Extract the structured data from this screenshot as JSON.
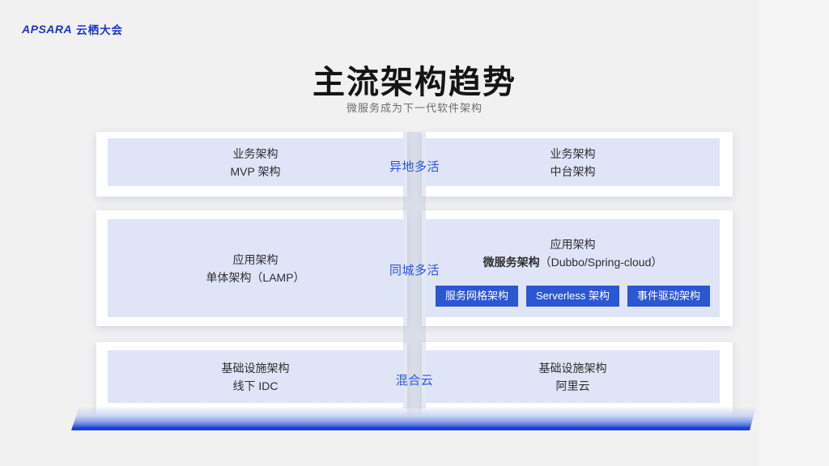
{
  "logo": {
    "brand": "APSARA",
    "event": "云栖大会"
  },
  "header": {
    "title": "主流架构趋势",
    "subtitle": "微服务成为下一代软件架构"
  },
  "rows": [
    {
      "connector": "异地多活",
      "left": {
        "line1": "业务架构",
        "line2": "MVP 架构"
      },
      "right": {
        "line1": "业务架构",
        "line2": "中台架构"
      }
    },
    {
      "connector": "同城多活",
      "left": {
        "line1": "应用架构",
        "line2": "单体架构（LAMP）"
      },
      "right": {
        "line1": "应用架构",
        "line2_bold": "微服务架构",
        "line2_rest": "（Dubbo/Spring-cloud）",
        "buttons": [
          "服务网格架构",
          "Serverless 架构",
          "事件驱动架构"
        ]
      }
    },
    {
      "connector": "混合云",
      "left": {
        "line1": "基础设施架构",
        "line2": "线下 IDC"
      },
      "right": {
        "line1": "基础设施架构",
        "line2": "阿里云"
      }
    }
  ],
  "colors": {
    "accent_blue": "#2456e2",
    "chip_blue": "#2b57d3",
    "logo_blue": "#1b35c8",
    "box_fill": "#dfe4f6",
    "bar_edge_blue": "#1b3fd9",
    "background": "#f1f1f2"
  }
}
